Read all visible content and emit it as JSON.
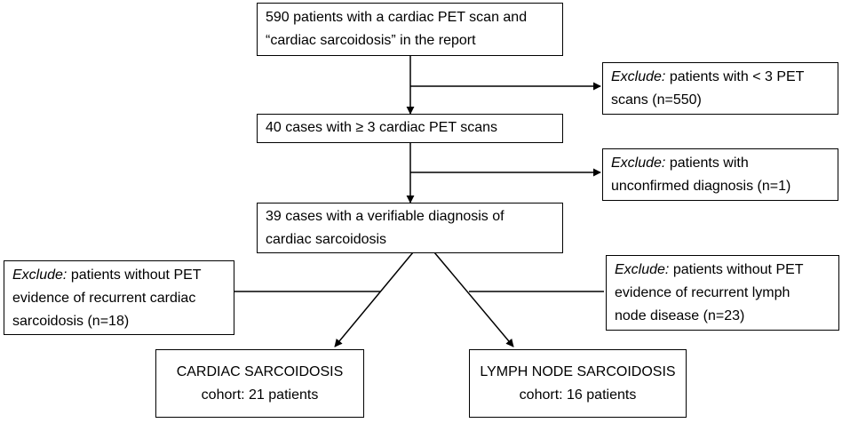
{
  "flowchart": {
    "step1": {
      "line1": "590 patients with a cardiac PET scan and",
      "line2": "“cardiac sarcoidosis” in the report"
    },
    "exclude1": {
      "label": "Exclude:",
      "line1": " patients with < 3 PET",
      "line2": "scans (n=550)"
    },
    "step2": {
      "text": "40 cases with ≥ 3 cardiac PET scans"
    },
    "exclude2": {
      "label": "Exclude:",
      "line1": " patients with",
      "line2": "unconfirmed diagnosis (n=1)"
    },
    "step3": {
      "line1": "39 cases with a verifiable diagnosis of",
      "line2": "cardiac sarcoidosis"
    },
    "exclude_left": {
      "label": "Exclude:",
      "line1": " patients without PET",
      "line2": "evidence of recurrent cardiac",
      "line3": "sarcoidosis (n=18)"
    },
    "exclude_right": {
      "label": "Exclude:",
      "line1": " patients without PET",
      "line2": "evidence of recurrent lymph",
      "line3": "node disease (n=23)"
    },
    "cohort_cardiac": {
      "line1": "CARDIAC SARCOIDOSIS",
      "line2": "cohort: 21 patients"
    },
    "cohort_lymph": {
      "line1": "LYMPH NODE SARCOIDOSIS",
      "line2": "cohort: 16 patients"
    }
  },
  "colors": {
    "stroke": "#000000",
    "background": "#ffffff"
  }
}
